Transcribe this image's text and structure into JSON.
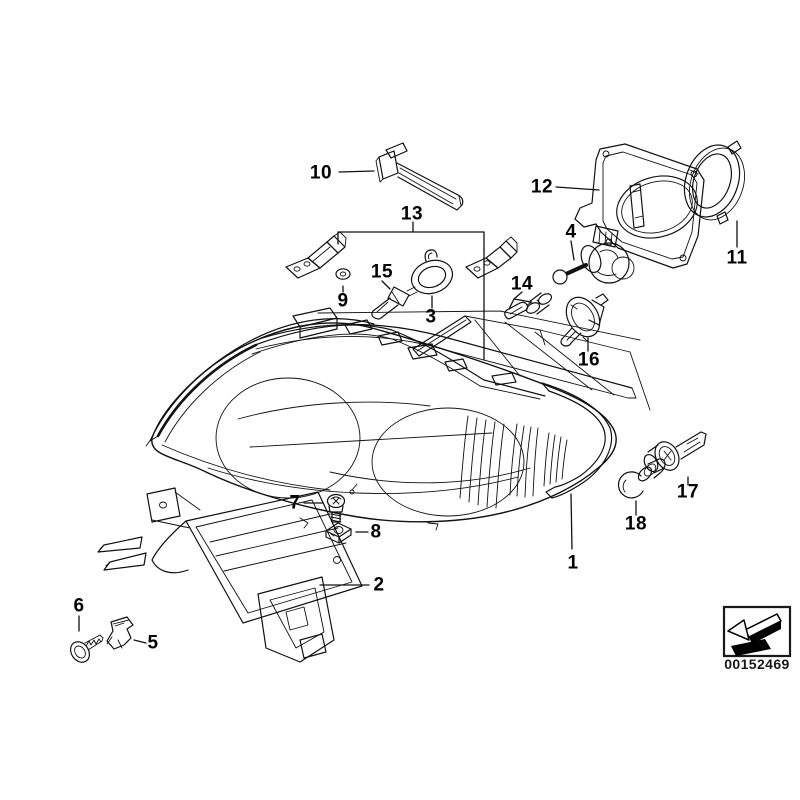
{
  "diagram": {
    "type": "exploded-parts-diagram",
    "subject": "headlight-assembly",
    "callouts": [
      {
        "number": "1"
      },
      {
        "number": "2"
      },
      {
        "number": "3"
      },
      {
        "number": "4"
      },
      {
        "number": "5"
      },
      {
        "number": "6"
      },
      {
        "number": "7"
      },
      {
        "number": "8"
      },
      {
        "number": "9"
      },
      {
        "number": "10"
      },
      {
        "number": "11"
      },
      {
        "number": "12"
      },
      {
        "number": "13"
      },
      {
        "number": "14"
      },
      {
        "number": "15"
      },
      {
        "number": "16"
      },
      {
        "number": "17"
      },
      {
        "number": "18"
      }
    ],
    "stamp": {
      "number": "00152469",
      "icon": "direction-arrow-icon"
    },
    "colors": {
      "line": "#111111",
      "background": "#ffffff",
      "stamp_fill": "#000000"
    }
  }
}
